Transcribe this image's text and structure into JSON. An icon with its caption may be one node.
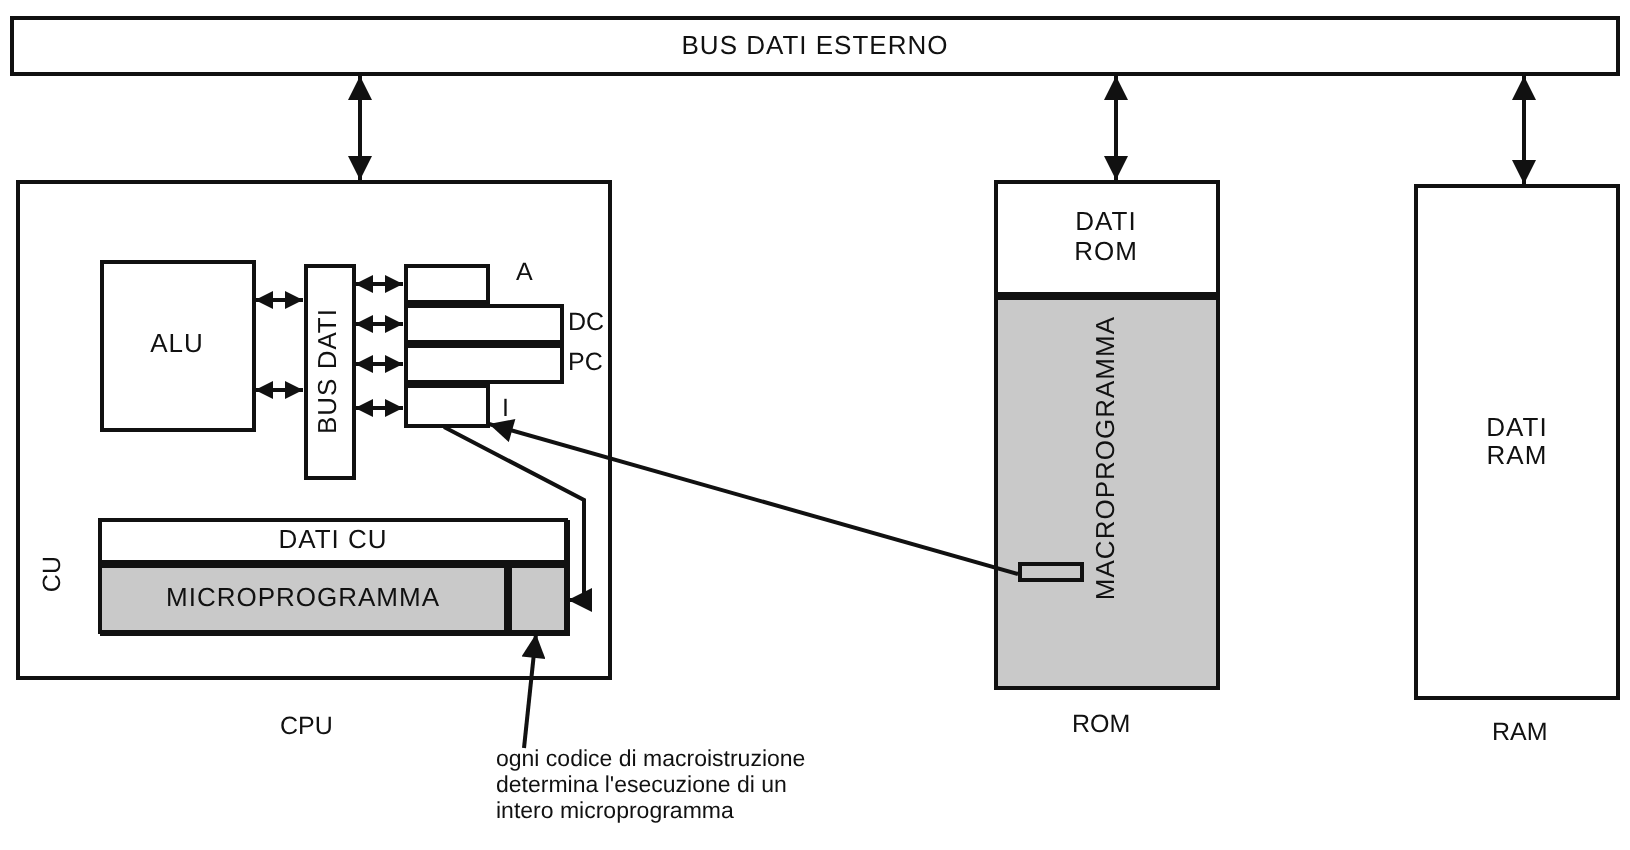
{
  "diagram": {
    "nodes": [
      {
        "text": [
          "BUS DATI ESTERNO"
        ]
      },
      {
        "text": [],
        "shape": "box",
        "beside": [
          "CPU"
        ]
      },
      {
        "text": [
          "ALU"
        ],
        "in": 1
      },
      {
        "text": [
          "BUS DATI"
        ],
        "in": 1
      },
      {
        "text": [],
        "shape": "box",
        "in": 1,
        "beside": [
          "A"
        ]
      },
      {
        "text": [],
        "shape": "box",
        "in": 1,
        "beside": [
          "DC"
        ]
      },
      {
        "text": [],
        "shape": "box",
        "in": 1,
        "beside": [
          "PC"
        ]
      },
      {
        "text": [],
        "shape": "box",
        "in": 1,
        "beside": [
          "I"
        ]
      },
      {
        "text": [],
        "shape": "box",
        "in": 1,
        "beside": [
          "CU"
        ]
      },
      {
        "text": [
          "DATI CU"
        ],
        "in": 8
      },
      {
        "text": [
          "MICROPROGRAMMA"
        ],
        "in": 8
      },
      {
        "text": [],
        "shape": "box",
        "in": 8
      },
      {
        "text": [],
        "shape": "box",
        "beside": [
          "ROM"
        ]
      },
      {
        "text": [
          "DATI ROM"
        ],
        "in": 12
      },
      {
        "text": [
          "MACROPROGRAMMA"
        ],
        "in": 12
      },
      {
        "text": [],
        "shape": "box",
        "in": 14
      },
      {
        "text": [
          "DATI RAM"
        ],
        "beside": [
          "RAM"
        ]
      },
      {
        "text": [
          "ogni codice di macroistruzione determina l'esecuzione di un intero microprogramma"
        ]
      }
    ],
    "edges": [
      {
        "from": 0,
        "to": 1,
        "arrow": "both"
      },
      {
        "from": 0,
        "to": 12,
        "arrow": "both"
      },
      {
        "from": 0,
        "to": 16,
        "arrow": "both"
      },
      {
        "from": 2,
        "to": 3,
        "arrow": "both"
      },
      {
        "from": 2,
        "to": 3,
        "arrow": "both"
      },
      {
        "from": 3,
        "to": 4,
        "arrow": "both"
      },
      {
        "from": 3,
        "to": 5,
        "arrow": "both"
      },
      {
        "from": 3,
        "to": 6,
        "arrow": "both"
      },
      {
        "from": 3,
        "to": 7,
        "arrow": "both"
      },
      {
        "from": 7,
        "to": 11,
        "arrow": "to"
      },
      {
        "from": 15,
        "to": 7,
        "arrow": "to"
      },
      {
        "from": 17,
        "to": 11,
        "arrow": "to"
      }
    ]
  }
}
